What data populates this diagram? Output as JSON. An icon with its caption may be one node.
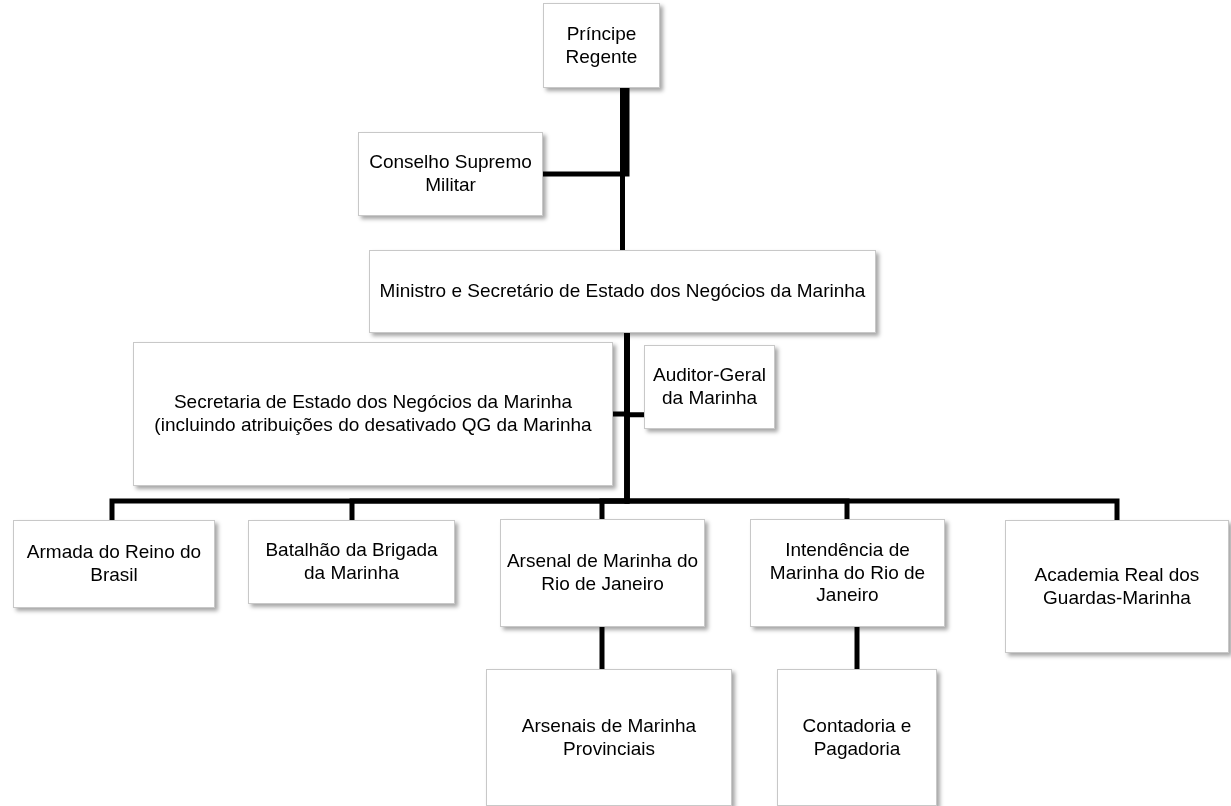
{
  "diagram": {
    "nodes": [
      {
        "text": [
          "Príncipe Regente"
        ]
      },
      {
        "text": [
          "Conselho Supremo Militar"
        ]
      },
      {
        "text": [
          "Ministro e Secretário de Estado dos Negócios da Marinha"
        ]
      },
      {
        "text": [
          "Secretaria de Estado dos Negócios da Marinha (incluindo atribuições do desativado QG da Marinha"
        ]
      },
      {
        "text": [
          "Auditor-Geral da Marinha"
        ]
      },
      {
        "text": [
          "Armada do Reino do Brasil"
        ]
      },
      {
        "text": [
          "Batalhão da Brigada da Marinha"
        ]
      },
      {
        "text": [
          "Arsenal de Marinha do Rio de Janeiro"
        ]
      },
      {
        "text": [
          "Intendência de Marinha do Rio de Janeiro"
        ]
      },
      {
        "text": [
          "Academia Real dos Guardas-Marinha"
        ]
      },
      {
        "text": [
          "Arsenais de Marinha Provinciais"
        ]
      },
      {
        "text": [
          "Contadoria e Pagadoria"
        ]
      }
    ],
    "edges": [
      {
        "from": 0,
        "to": 1,
        "arrow": "none"
      },
      {
        "from": 0,
        "to": 2,
        "arrow": "none"
      },
      {
        "from": 2,
        "to": 3,
        "arrow": "none"
      },
      {
        "from": 2,
        "to": 4,
        "arrow": "none"
      },
      {
        "from": 2,
        "to": 5,
        "arrow": "none"
      },
      {
        "from": 2,
        "to": 6,
        "arrow": "none"
      },
      {
        "from": 2,
        "to": 7,
        "arrow": "none"
      },
      {
        "from": 2,
        "to": 8,
        "arrow": "none"
      },
      {
        "from": 2,
        "to": 9,
        "arrow": "none"
      },
      {
        "from": 7,
        "to": 10,
        "arrow": "none"
      },
      {
        "from": 8,
        "to": 11,
        "arrow": "none"
      }
    ]
  }
}
